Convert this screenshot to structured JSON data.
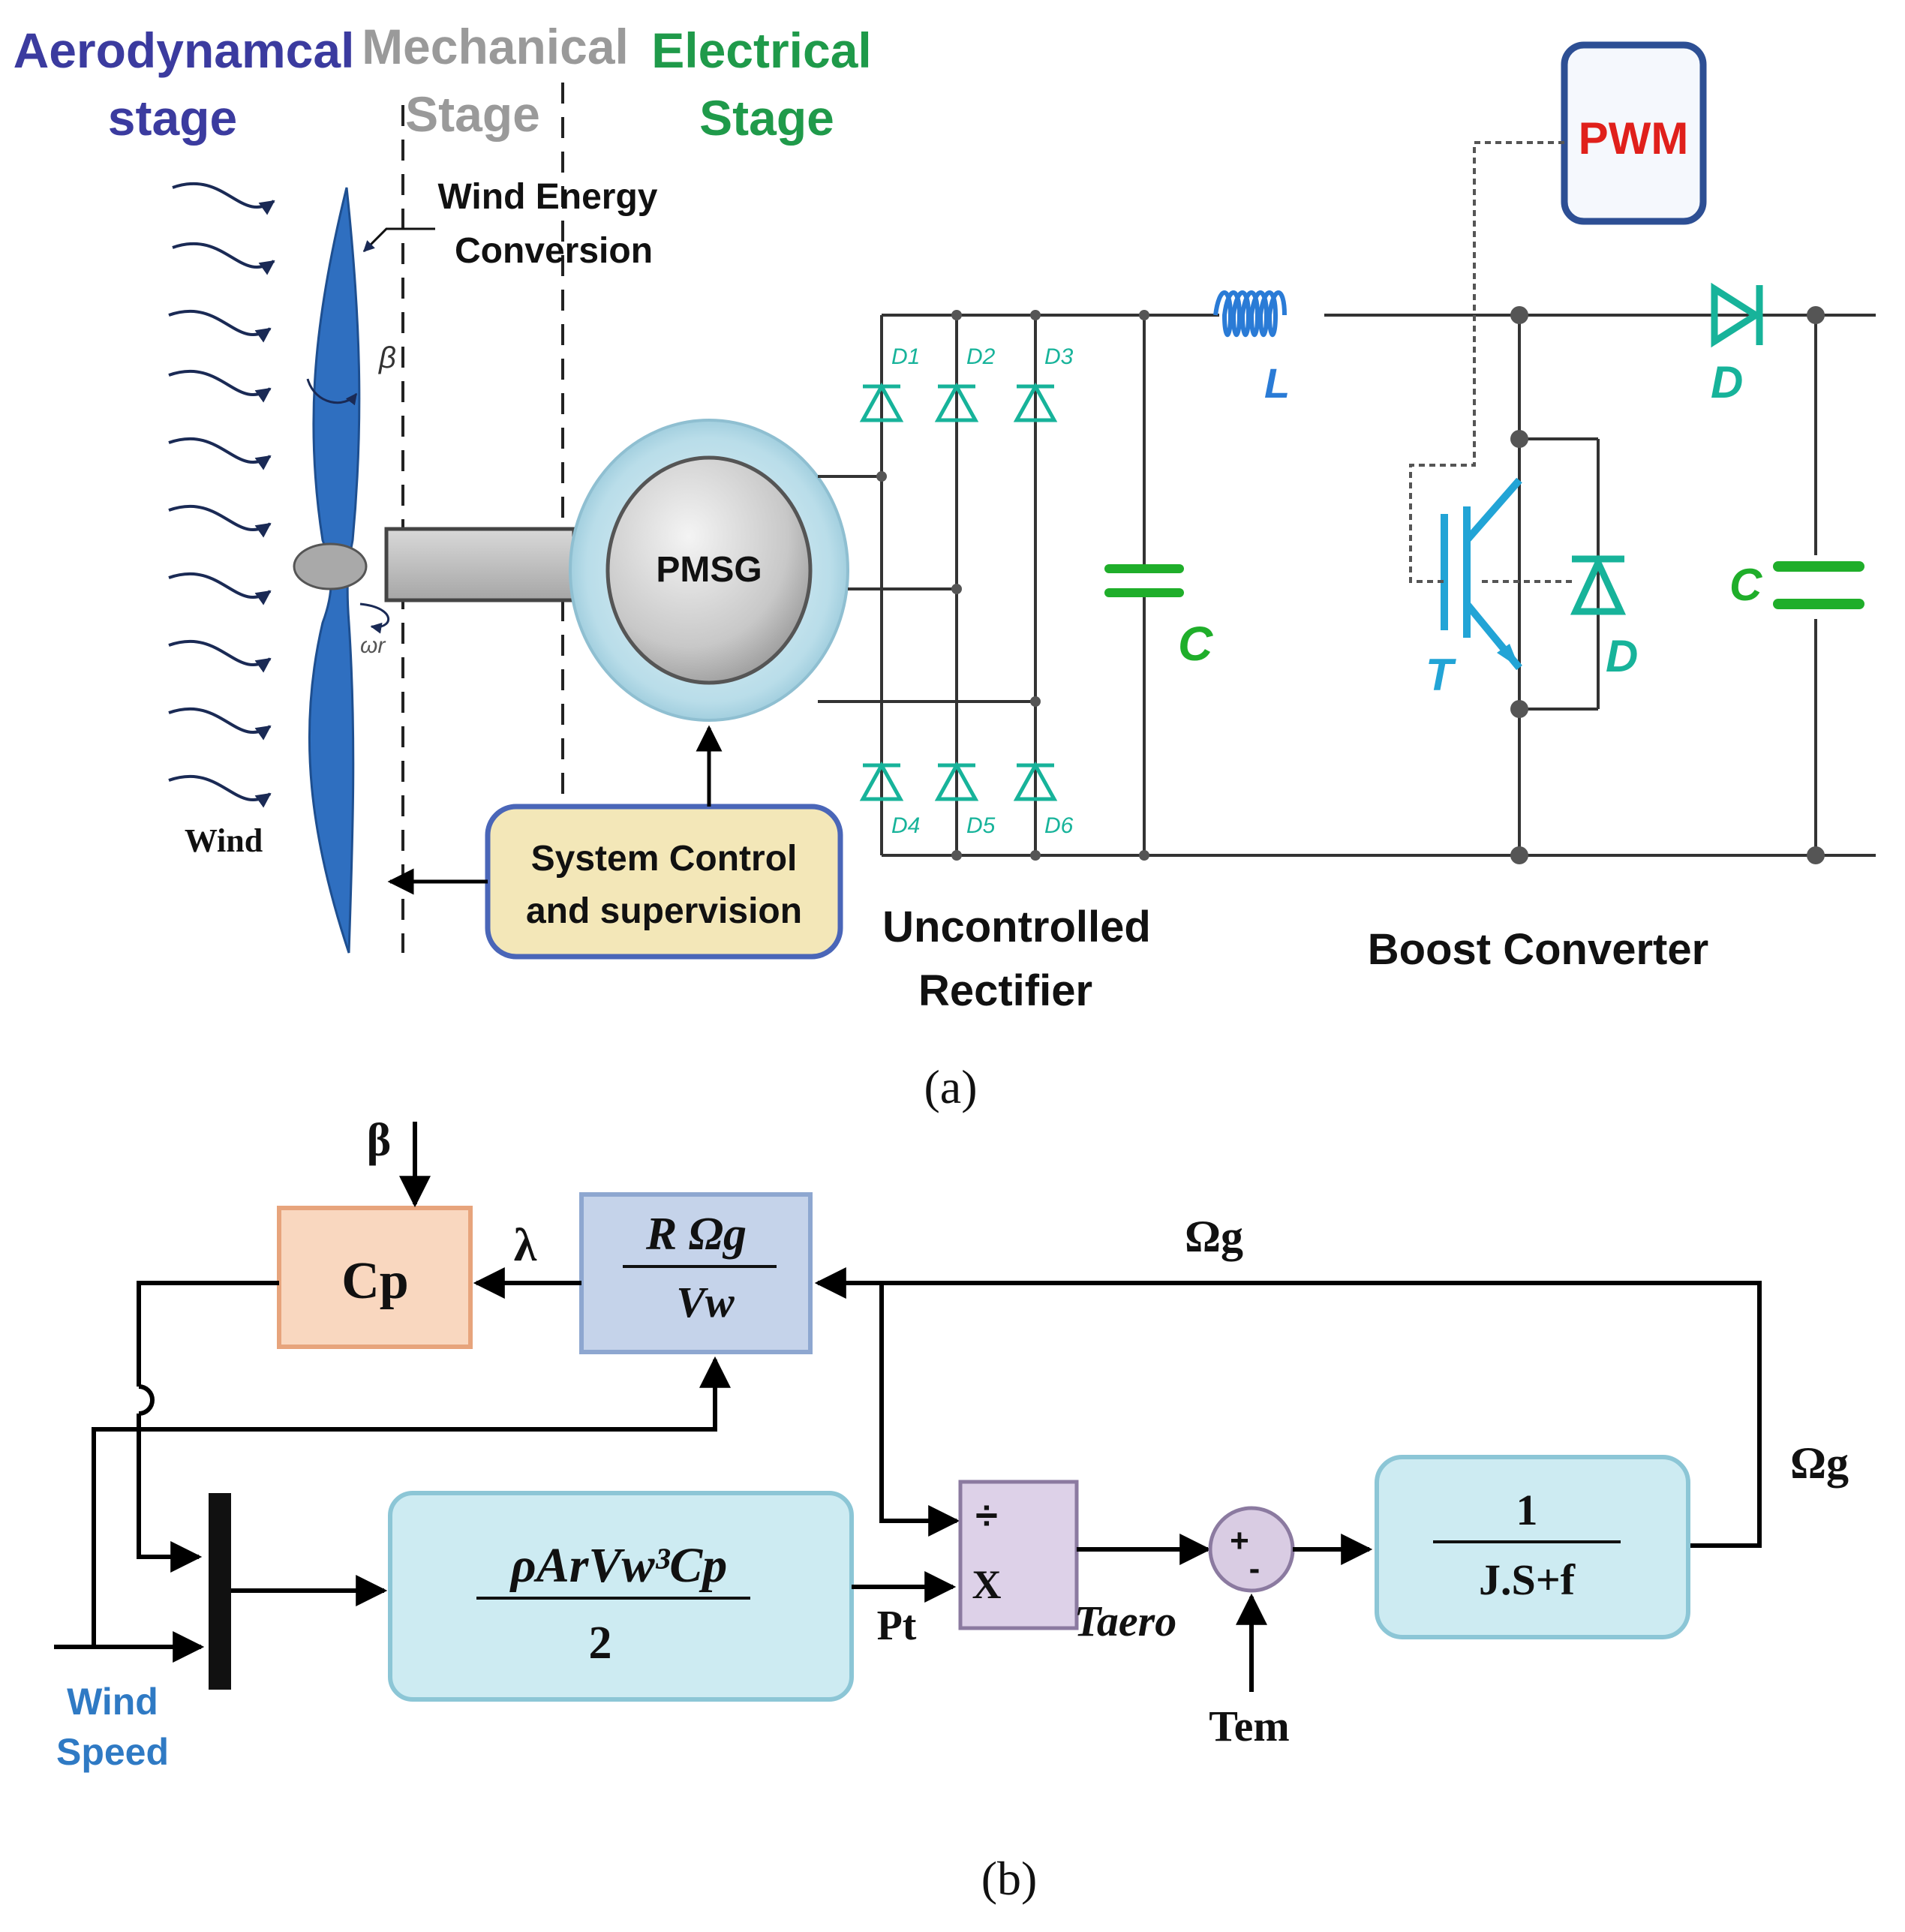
{
  "panel_a": {
    "stage_labels": {
      "aero_line1": "Aerodynamcal",
      "aero_line2": "stage",
      "mech_line1": "Mechanical",
      "mech_line2": "Stage",
      "elec_line1": "Electrical",
      "elec_line2": "Stage"
    },
    "wind_energy_line1": "Wind Energy",
    "wind_energy_line2": "Conversion",
    "wind_label": "Wind",
    "beta": "β",
    "omega_r": "ωr",
    "pmsg": "PMSG",
    "control_line1": "System Control",
    "control_line2": "and supervision",
    "pwm": "PWM",
    "diodes": [
      "D1",
      "D2",
      "D3",
      "D4",
      "D5",
      "D6"
    ],
    "inductor": "L",
    "capacitor": "C",
    "transistor": "T",
    "diode": "D",
    "rectifier_line1": "Uncontrolled",
    "rectifier_line2": "Rectifier",
    "boost_label": "Boost Converter",
    "caption": "(a)",
    "colors": {
      "aero_label": "#3b3b9f",
      "mech_label": "#9a9a9a",
      "elec_label": "#1f9a4a",
      "blade": "#2f6fc0",
      "diode": "#17b39a",
      "green": "#1fae2a",
      "inductor": "#2a7bd6",
      "pwm_text": "#e0201b",
      "control_fill": "#f3e7b8",
      "control_border": "#4a66b8"
    }
  },
  "panel_b": {
    "beta": "β",
    "cp": "Cp",
    "lambda": "λ",
    "ratio_num": "R Ωg",
    "ratio_den": "Vw",
    "omega_g_top": "Ωg",
    "omega_g_right": "Ωg",
    "power_num": "ρArVw³Cp",
    "power_den": "2",
    "pt": "Pt",
    "div_sym": "÷",
    "mul_sym": "X",
    "t_aero": "Taero",
    "plus": "+",
    "minus": "-",
    "t_em": "Tem",
    "tf_num": "1",
    "tf_den": "J.S+f",
    "wind_speed_line1": "Wind",
    "wind_speed_line2": "Speed",
    "caption": "(b)",
    "colors": {
      "cp_fill": "#f9d7bf",
      "cp_border": "#e7a47c",
      "ratio_fill": "#c5d3ea",
      "ratio_border": "#8ea7d0",
      "block_fill": "#cdebf2",
      "block_border": "#8cc6d6",
      "mul_fill": "#ddd1e8",
      "sum_fill": "#d9cce3",
      "wind_speed": "#2f7ac4"
    }
  }
}
